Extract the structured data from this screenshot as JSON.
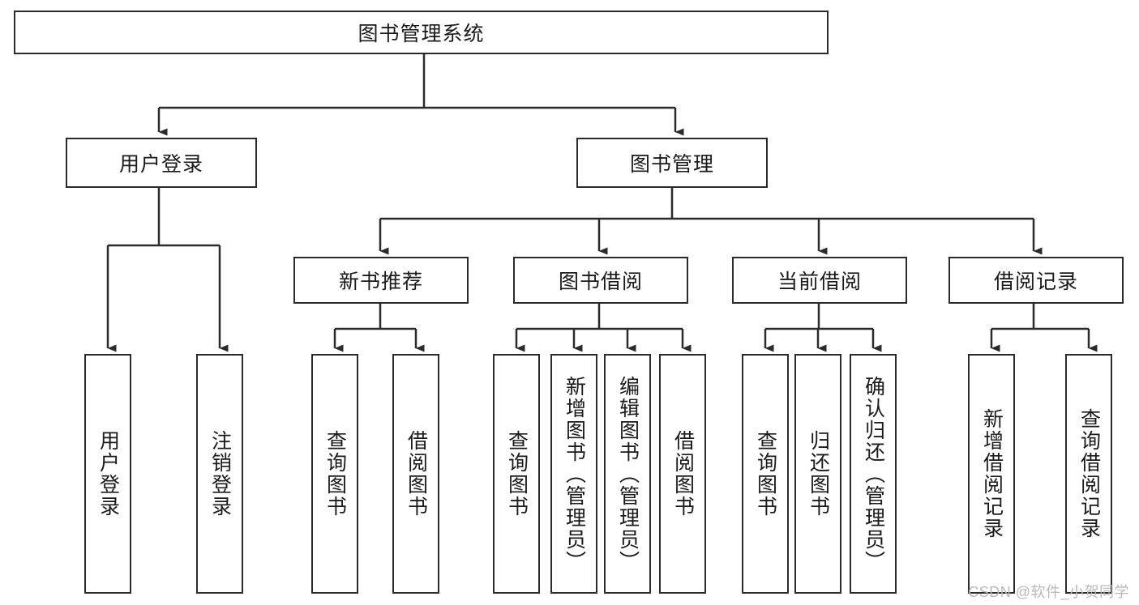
{
  "diagram": {
    "title": "图书管理系统",
    "type": "tree",
    "root": {
      "label": "图书管理系统"
    },
    "level2": [
      {
        "label": "用户登录"
      },
      {
        "label": "图书管理"
      }
    ],
    "level3": [
      {
        "label": "新书推荐"
      },
      {
        "label": "图书借阅"
      },
      {
        "label": "当前借阅"
      },
      {
        "label": "借阅记录"
      }
    ],
    "leaves": {
      "user_login": [
        {
          "label": "用户登录"
        },
        {
          "label": "注销登录"
        }
      ],
      "new_book_recommend": [
        {
          "label": "查询图书"
        },
        {
          "label": "借阅图书"
        }
      ],
      "book_borrow": [
        {
          "label": "查询图书"
        },
        {
          "label": "新增图书（管理员）"
        },
        {
          "label": "编辑图书（管理员）"
        },
        {
          "label": "借阅图书"
        }
      ],
      "current_borrow": [
        {
          "label": "查询图书"
        },
        {
          "label": "归还图书"
        },
        {
          "label": "确认归还（管理员）"
        }
      ],
      "borrow_record": [
        {
          "label": "新增借阅记录"
        },
        {
          "label": "查询借阅记录"
        }
      ]
    }
  },
  "watermark": {
    "text": "CSDN @软件_小贺同学"
  },
  "colors": {
    "stroke": "#2b2b2b",
    "box_fill": "#ffffff",
    "text": "#1a1a1a",
    "watermark": "#b9b9b9",
    "background": "#ffffff"
  }
}
